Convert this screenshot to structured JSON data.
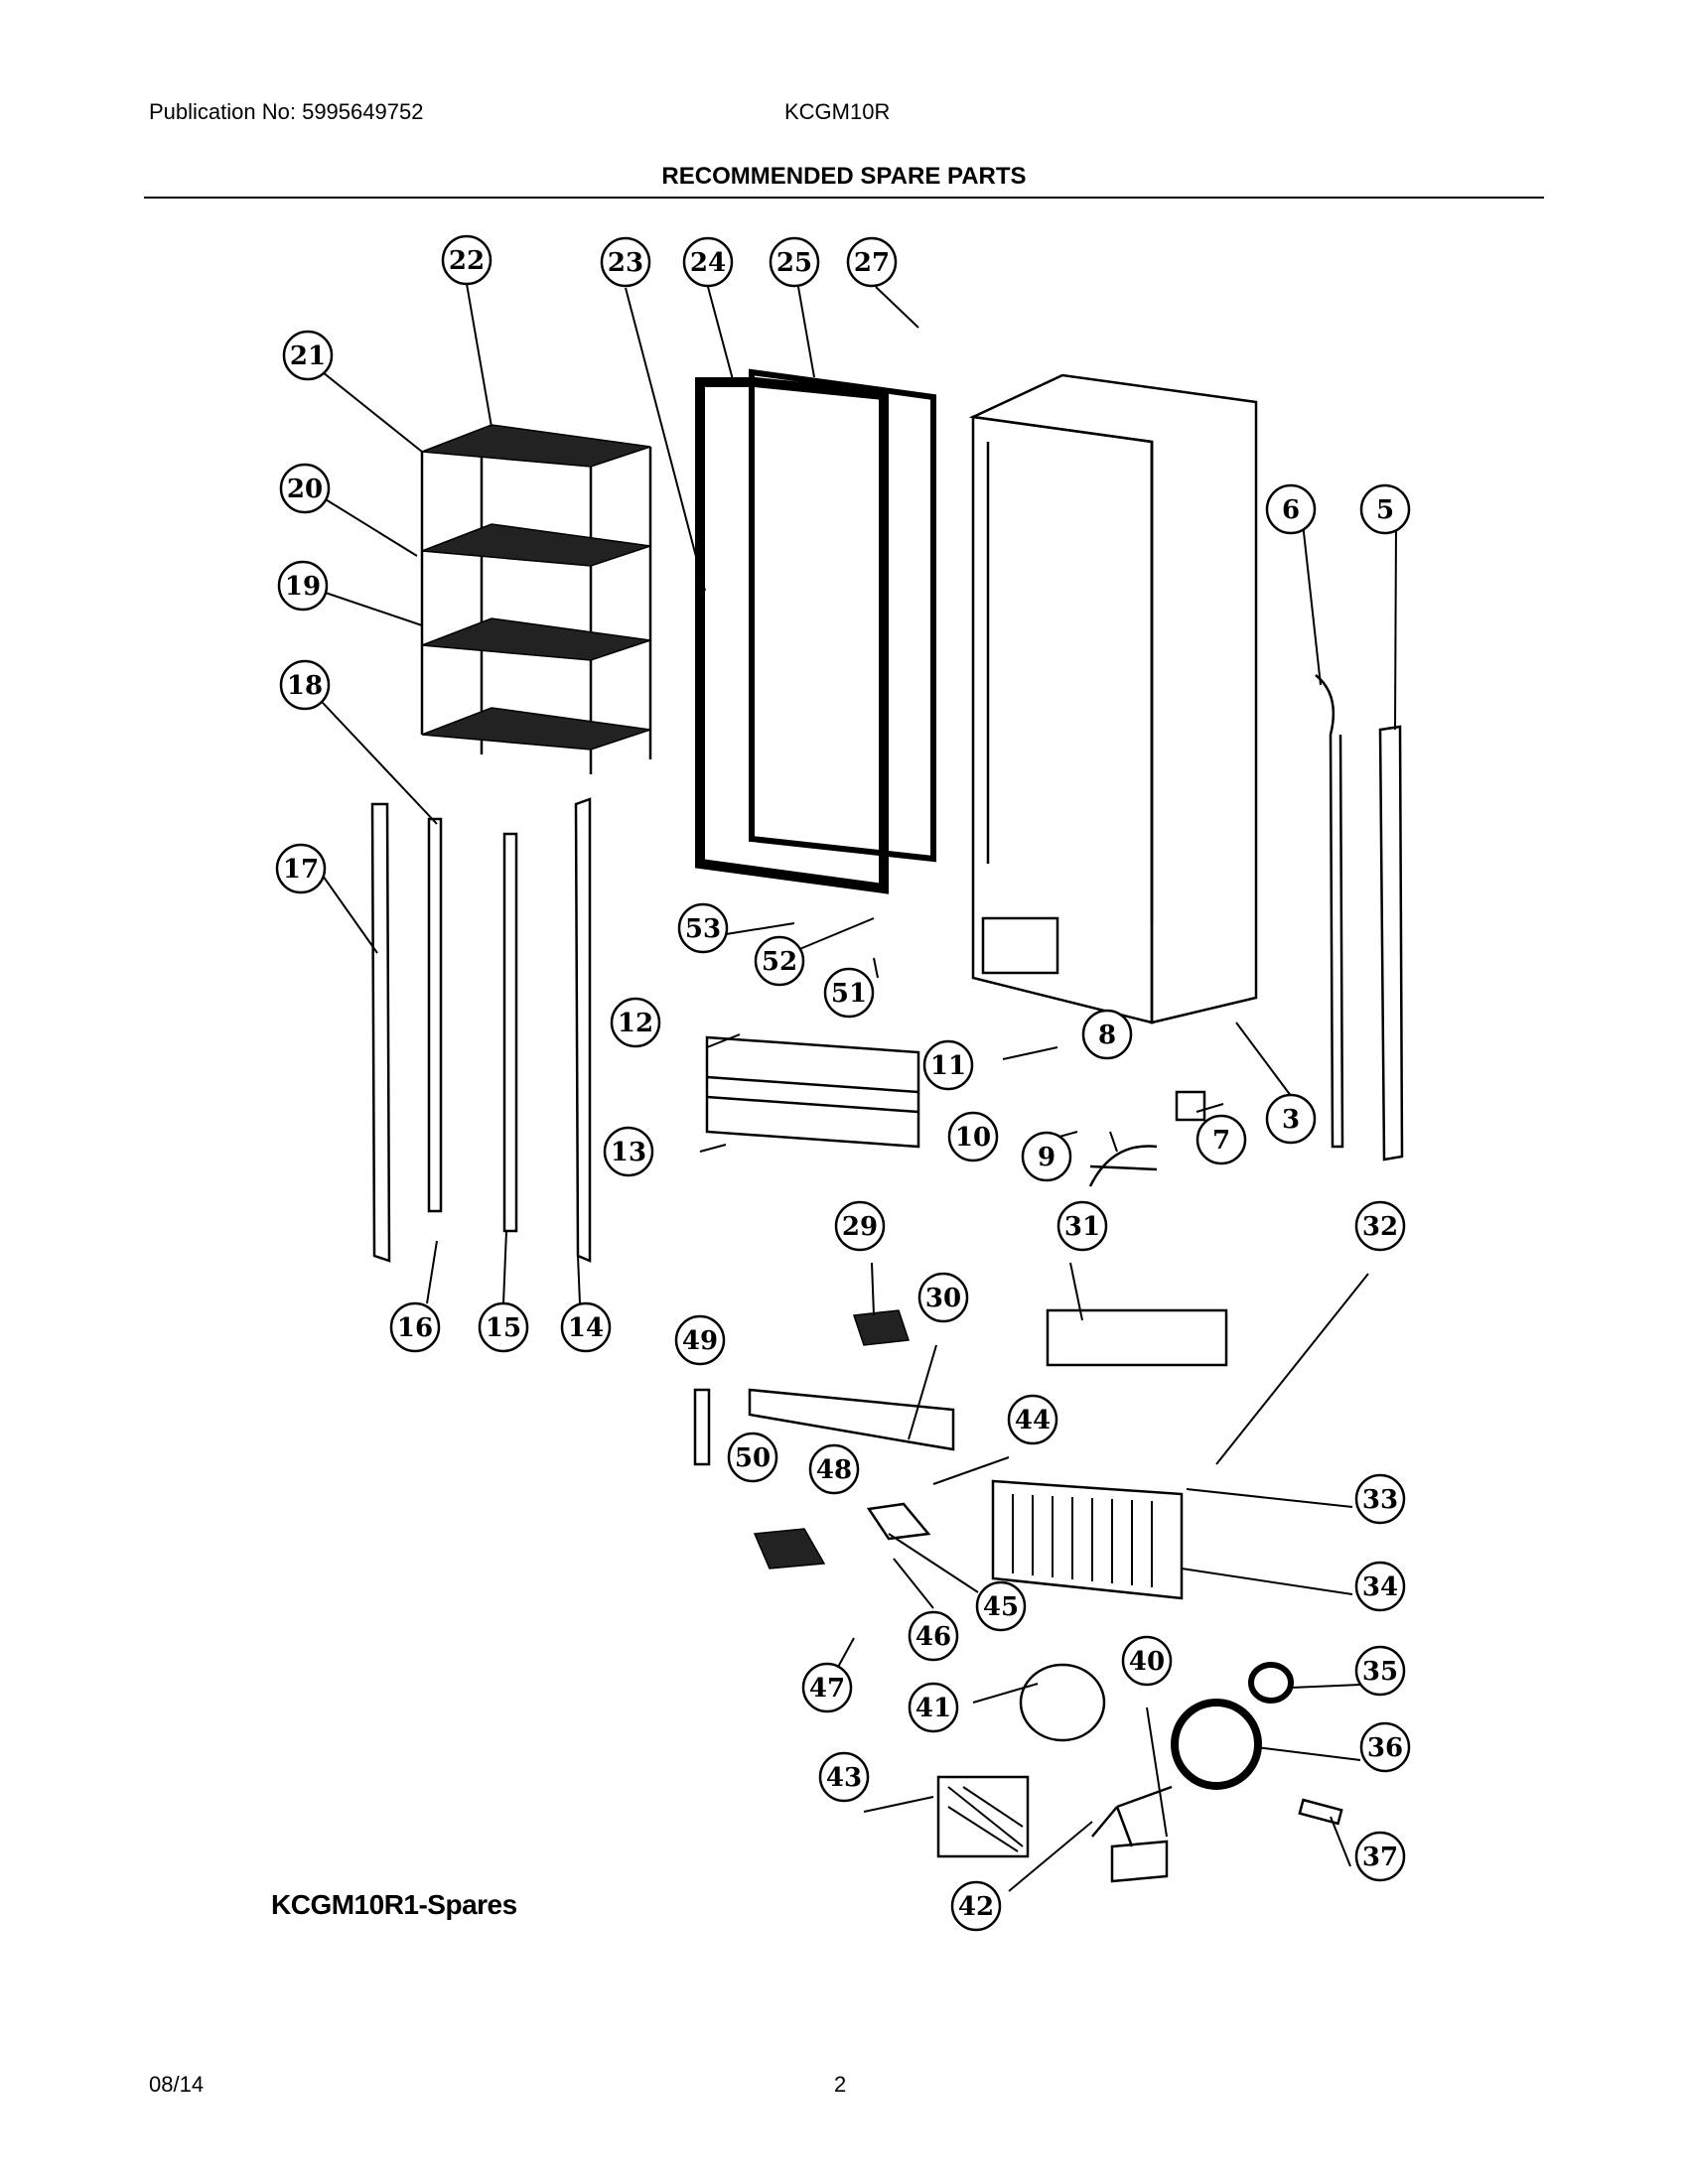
{
  "header": {
    "publication": "Publication No: 5995649752",
    "model": "KCGM10R",
    "title": "RECOMMENDED SPARE PARTS"
  },
  "diagram": {
    "caption": "KCGM10R1-Spares",
    "callouts": [
      "3",
      "5",
      "6",
      "7",
      "8",
      "9",
      "10",
      "11",
      "12",
      "13",
      "14",
      "15",
      "16",
      "17",
      "18",
      "19",
      "20",
      "21",
      "22",
      "23",
      "24",
      "25",
      "27",
      "29",
      "30",
      "31",
      "32",
      "33",
      "34",
      "35",
      "36",
      "37",
      "40",
      "41",
      "42",
      "43",
      "44",
      "45",
      "46",
      "47",
      "48",
      "49",
      "50",
      "51",
      "52",
      "53"
    ]
  },
  "footer": {
    "date": "08/14",
    "page": "2"
  }
}
